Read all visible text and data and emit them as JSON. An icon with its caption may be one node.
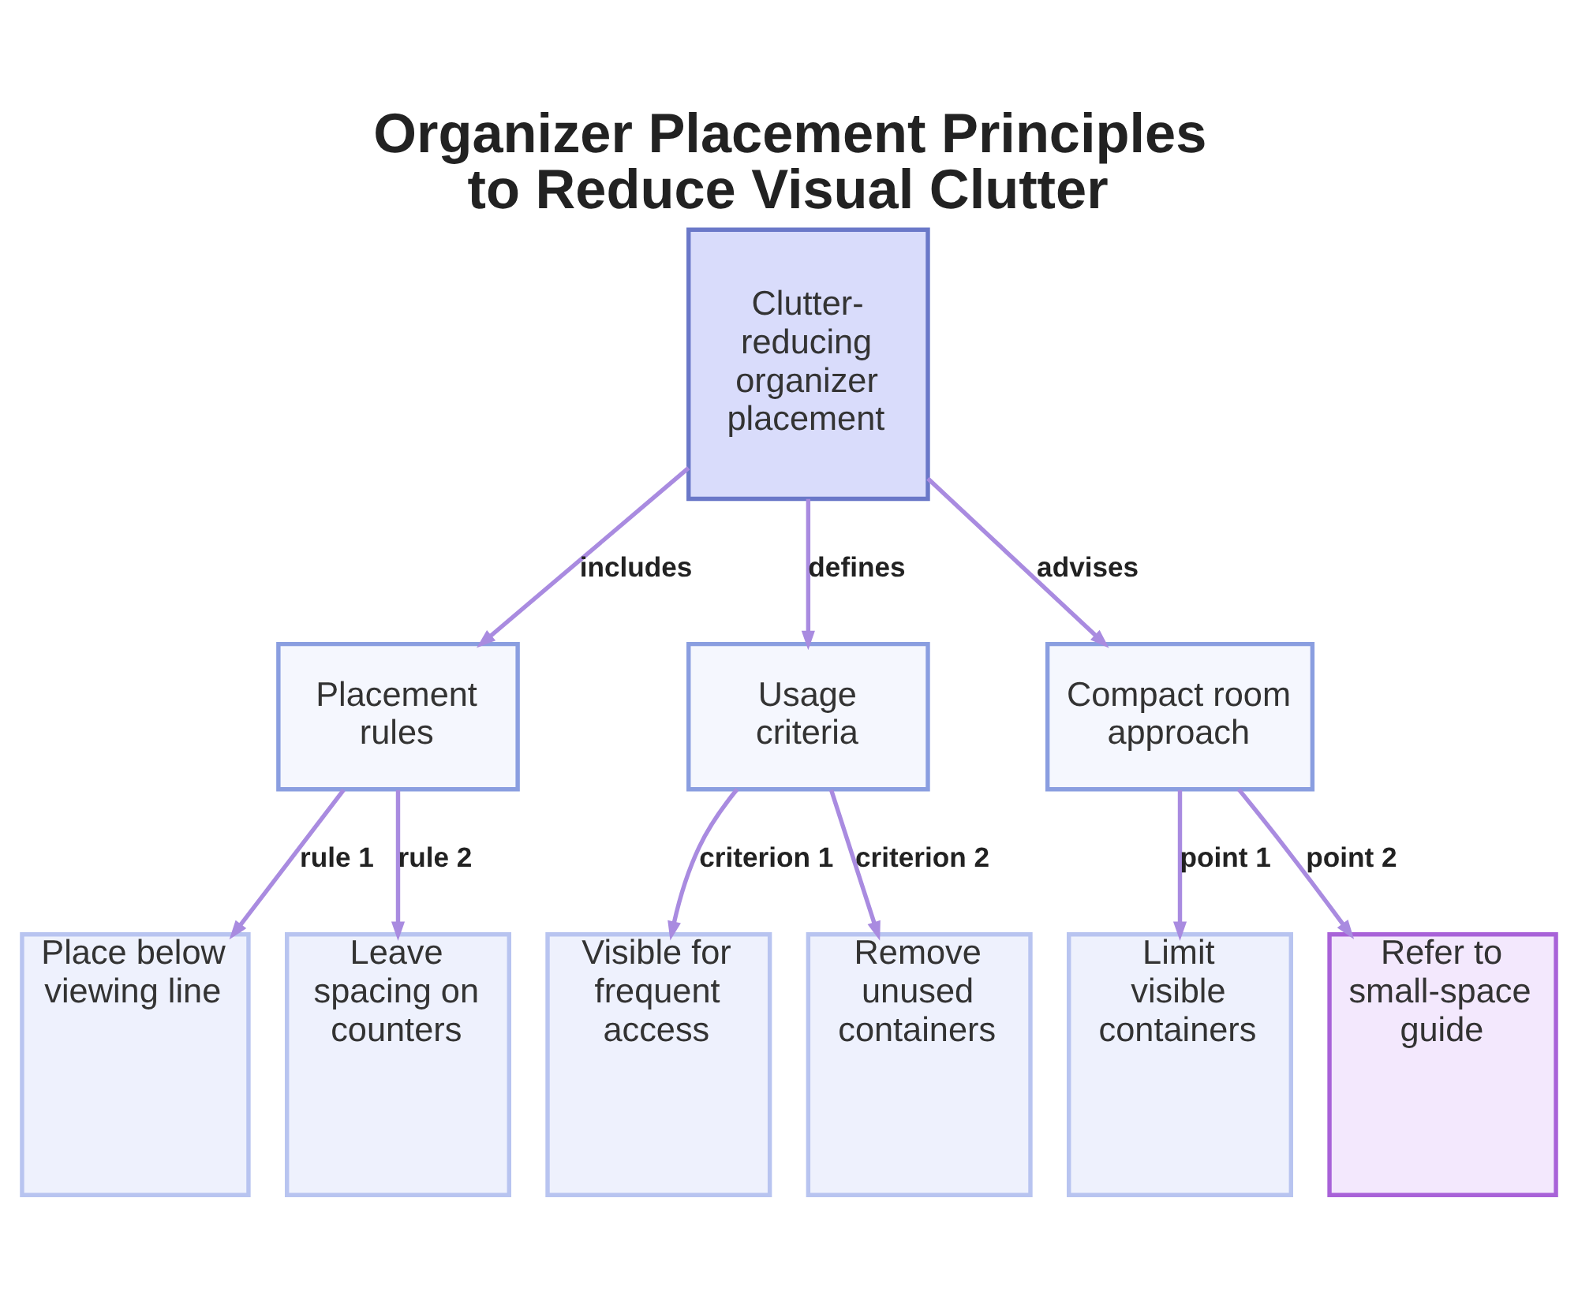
{
  "diagram": {
    "title": "Organizer Placement Principles to Reduce Visual Clutter",
    "nodes": [
      {
        "text": [
          "Clutter-reducing organizer placement"
        ]
      },
      {
        "text": [
          "Placement rules"
        ]
      },
      {
        "text": [
          "Usage criteria"
        ]
      },
      {
        "text": [
          "Compact room approach"
        ]
      },
      {
        "text": [
          "Place below viewing line"
        ]
      },
      {
        "text": [
          "Leave spacing on counters"
        ]
      },
      {
        "text": [
          "Visible for frequent access"
        ]
      },
      {
        "text": [
          "Remove unused containers"
        ]
      },
      {
        "text": [
          "Limit visible containers"
        ]
      },
      {
        "text": [
          "Refer to small-space guide"
        ]
      }
    ],
    "edges": [
      {
        "from": 0,
        "to": 1,
        "arrow": "to",
        "label": "includes"
      },
      {
        "from": 0,
        "to": 2,
        "arrow": "to",
        "label": "defines"
      },
      {
        "from": 0,
        "to": 3,
        "arrow": "to",
        "label": "advises"
      },
      {
        "from": 1,
        "to": 4,
        "arrow": "to",
        "label": "rule 1"
      },
      {
        "from": 1,
        "to": 5,
        "arrow": "to",
        "label": "rule 2"
      },
      {
        "from": 2,
        "to": 6,
        "arrow": "to",
        "label": "criterion 1"
      },
      {
        "from": 2,
        "to": 7,
        "arrow": "to",
        "label": "criterion 2"
      },
      {
        "from": 3,
        "to": 8,
        "arrow": "to",
        "label": "point 1"
      },
      {
        "from": 3,
        "to": 9,
        "arrow": "to",
        "label": "point 2"
      }
    ]
  }
}
